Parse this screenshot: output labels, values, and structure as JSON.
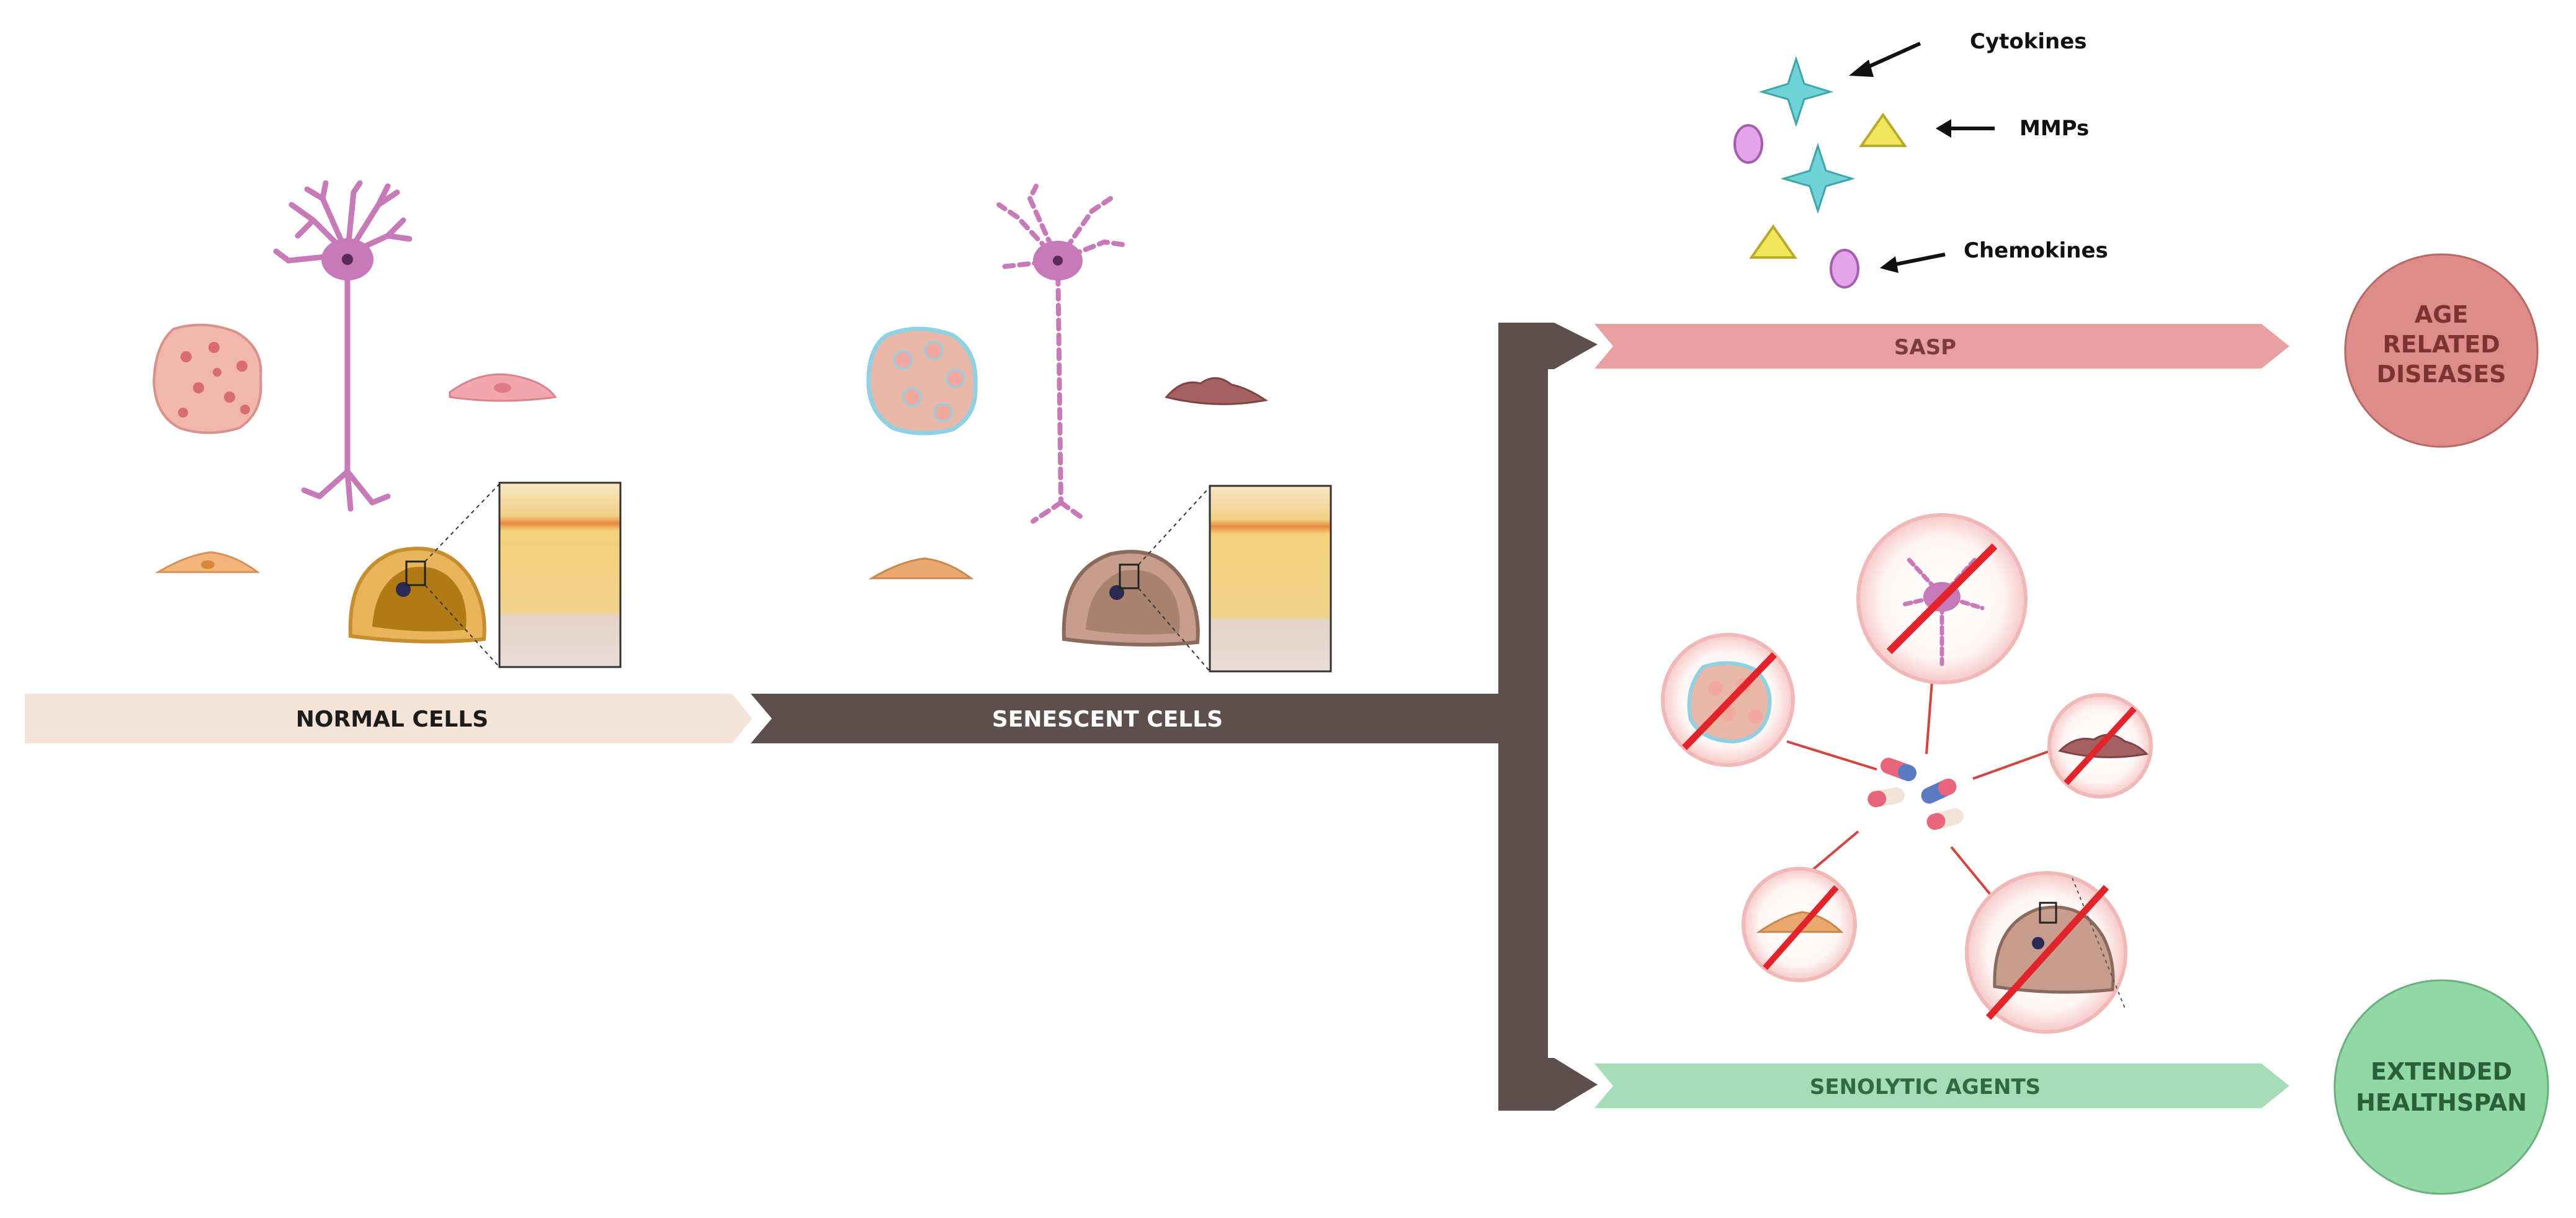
{
  "flow": {
    "normal_label": "NORMAL CELLS",
    "senescent_label": "SENESCENT CELLS",
    "sasp_label": "SASP",
    "senolytic_label": "SENOLYTIC AGENTS"
  },
  "outcomes": {
    "age_related": [
      "AGE",
      "RELATED",
      "DISEASES"
    ],
    "healthspan": [
      "EXTENDED",
      "HEALTHSPAN"
    ]
  },
  "sasp_factors": {
    "cytokines": "Cytokines",
    "mmps": "MMPs",
    "chemokines": "Chemokines"
  },
  "colors": {
    "normal_band": "#f5e3d7",
    "senescent_band": "#5c4f4e",
    "sasp_band": "#e8a1a0",
    "senolytic_band": "#a6ddb7",
    "age_circle": "#df8b89",
    "healthspan_circle": "#90d8a4",
    "neuron": "#c77ab8",
    "cytokine": "#6fd3d6",
    "mmp": "#f2e65a",
    "chemokine": "#e4a4e9",
    "forbid": "#e2242a"
  }
}
